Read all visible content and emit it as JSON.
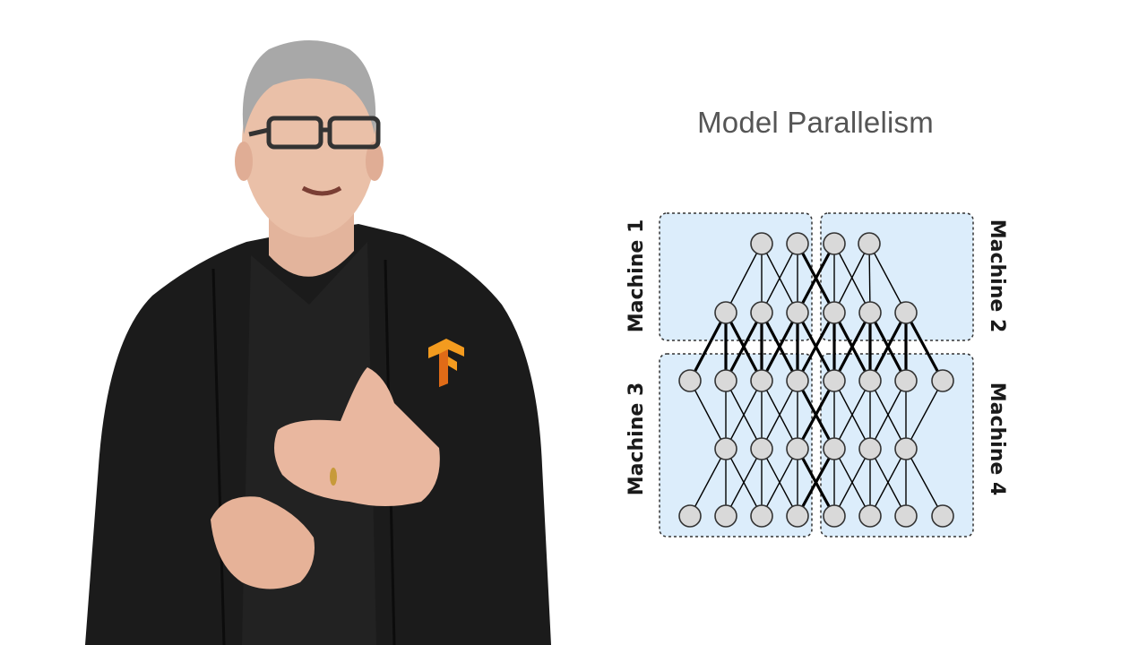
{
  "slide": {
    "title": "Model Parallelism"
  },
  "diagram": {
    "machines": [
      {
        "label": "Machine 1"
      },
      {
        "label": "Machine 2"
      },
      {
        "label": "Machine 3"
      },
      {
        "label": "Machine 4"
      }
    ],
    "network": {
      "layer_node_counts": [
        4,
        6,
        8,
        6,
        8
      ],
      "partition": "2x2 grid of machines"
    },
    "colors": {
      "machine_fill": "#dcedfb",
      "node_fill": "#d9d9d9",
      "edge": "#000000"
    }
  },
  "presenter": {
    "shirt_logo": "tensorflow-logo-icon"
  }
}
